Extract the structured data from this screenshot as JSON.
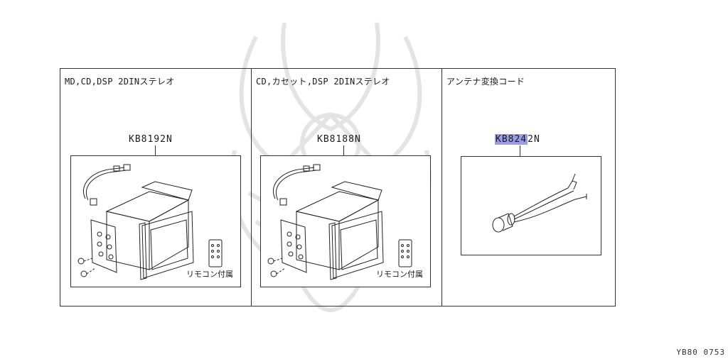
{
  "panels": [
    {
      "title": "MD,CD,DSP 2DINステレオ",
      "part_number": "KB8192N",
      "note": "リモコン付属"
    },
    {
      "title": "CD,カセット,DSP 2DINステレオ",
      "part_number": "KB8188N",
      "note": "リモコン付属"
    },
    {
      "title": "アンテナ変換コード",
      "part_number_highlighted": "KB824",
      "part_number_rest": "2N",
      "note": ""
    }
  ],
  "figure_code": "YB80 0753",
  "colors": {
    "highlight": "#9b9be6",
    "line": "#333333",
    "watermark": "#000000"
  }
}
